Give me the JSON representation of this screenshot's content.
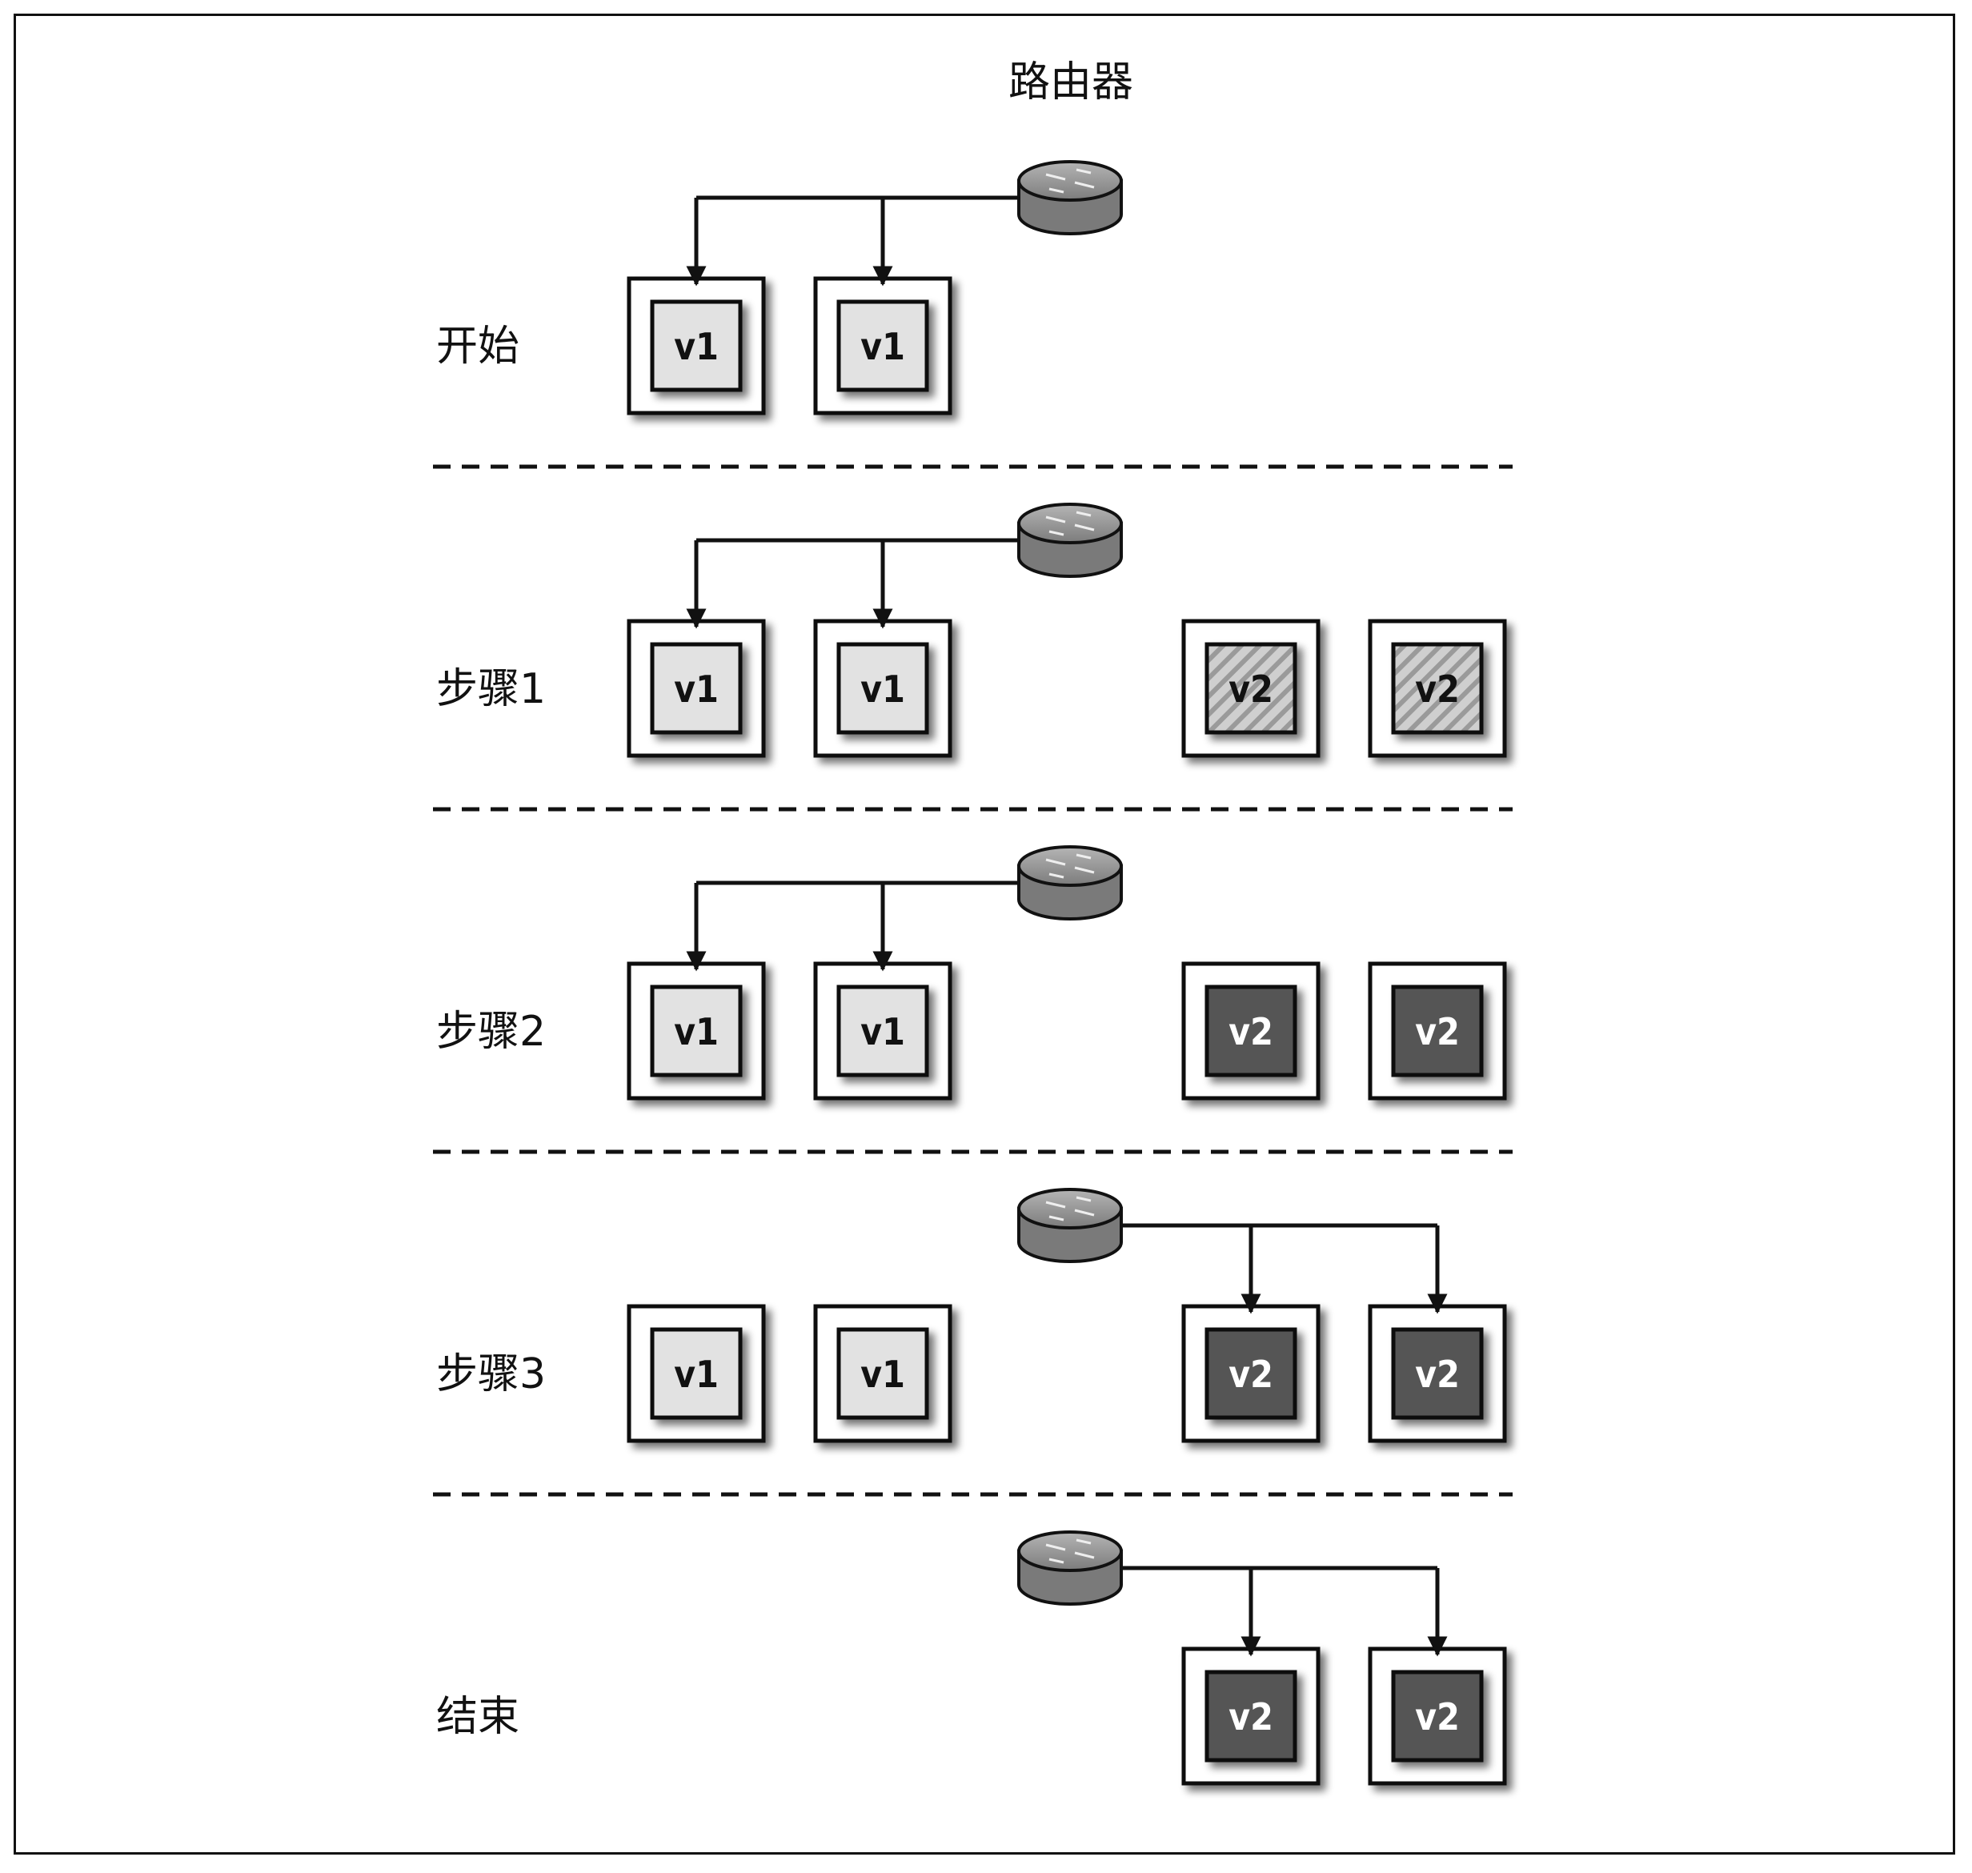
{
  "title": "路由器",
  "rows": [
    {
      "label": "开始",
      "routes_to": "v1",
      "servers": [
        "v1",
        "v1"
      ],
      "new_servers": []
    },
    {
      "label": "步骤1",
      "routes_to": "v1",
      "servers": [
        "v1",
        "v1"
      ],
      "new_servers": [
        "v2",
        "v2"
      ],
      "new_state": "starting"
    },
    {
      "label": "步骤2",
      "routes_to": "v1",
      "servers": [
        "v1",
        "v1"
      ],
      "new_servers": [
        "v2",
        "v2"
      ],
      "new_state": "ready"
    },
    {
      "label": "步骤3",
      "routes_to": "v2",
      "servers": [
        "v1",
        "v1"
      ],
      "new_servers": [
        "v2",
        "v2"
      ],
      "new_state": "ready"
    },
    {
      "label": "结束",
      "routes_to": "v2",
      "servers": [],
      "new_servers": [
        "v2",
        "v2"
      ],
      "new_state": "ready"
    }
  ],
  "colors": {
    "v1_fill": "#e2e2e2",
    "v2_fill": "#555555",
    "v2_hatch_a": "#cfcfcf",
    "v2_hatch_b": "#9a9a9a",
    "router": "#8a8a8a",
    "line": "#111111"
  },
  "icons": {
    "router": "router-icon"
  }
}
